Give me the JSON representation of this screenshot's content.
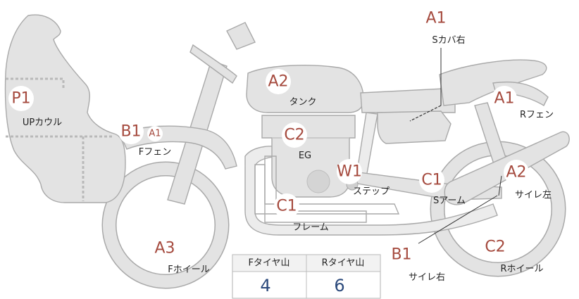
{
  "parts": [
    {
      "grade": "A1",
      "name": "Sカバ右"
    },
    {
      "grade": "A2",
      "name": "タンク"
    },
    {
      "grade": "A1",
      "name": "Rフェン"
    },
    {
      "grade": "P1",
      "name": "UPカウル"
    },
    {
      "grade": "B1",
      "name": "Fフェン",
      "extra_grade": "A1"
    },
    {
      "grade": "C2",
      "name": "EG"
    },
    {
      "grade": "W1",
      "name": "ステップ"
    },
    {
      "grade": "C1",
      "name": "Sアーム"
    },
    {
      "grade": "A2",
      "name": "サイレ左"
    },
    {
      "grade": "C1",
      "name": "フレーム"
    },
    {
      "grade": "A3",
      "name": "Fホイール"
    },
    {
      "grade": "B1",
      "name": "サイレ右"
    },
    {
      "grade": "C2",
      "name": "Rホイール"
    }
  ],
  "tread": {
    "headers": [
      "Fタイヤ山",
      "Rタイヤ山"
    ],
    "values": [
      "4",
      "6"
    ]
  },
  "colors": {
    "badge_text": "#a54a3e",
    "tread_value": "#2c4a7c",
    "part_fill": "#e3e3e3",
    "part_stroke": "#a9a9a9"
  }
}
